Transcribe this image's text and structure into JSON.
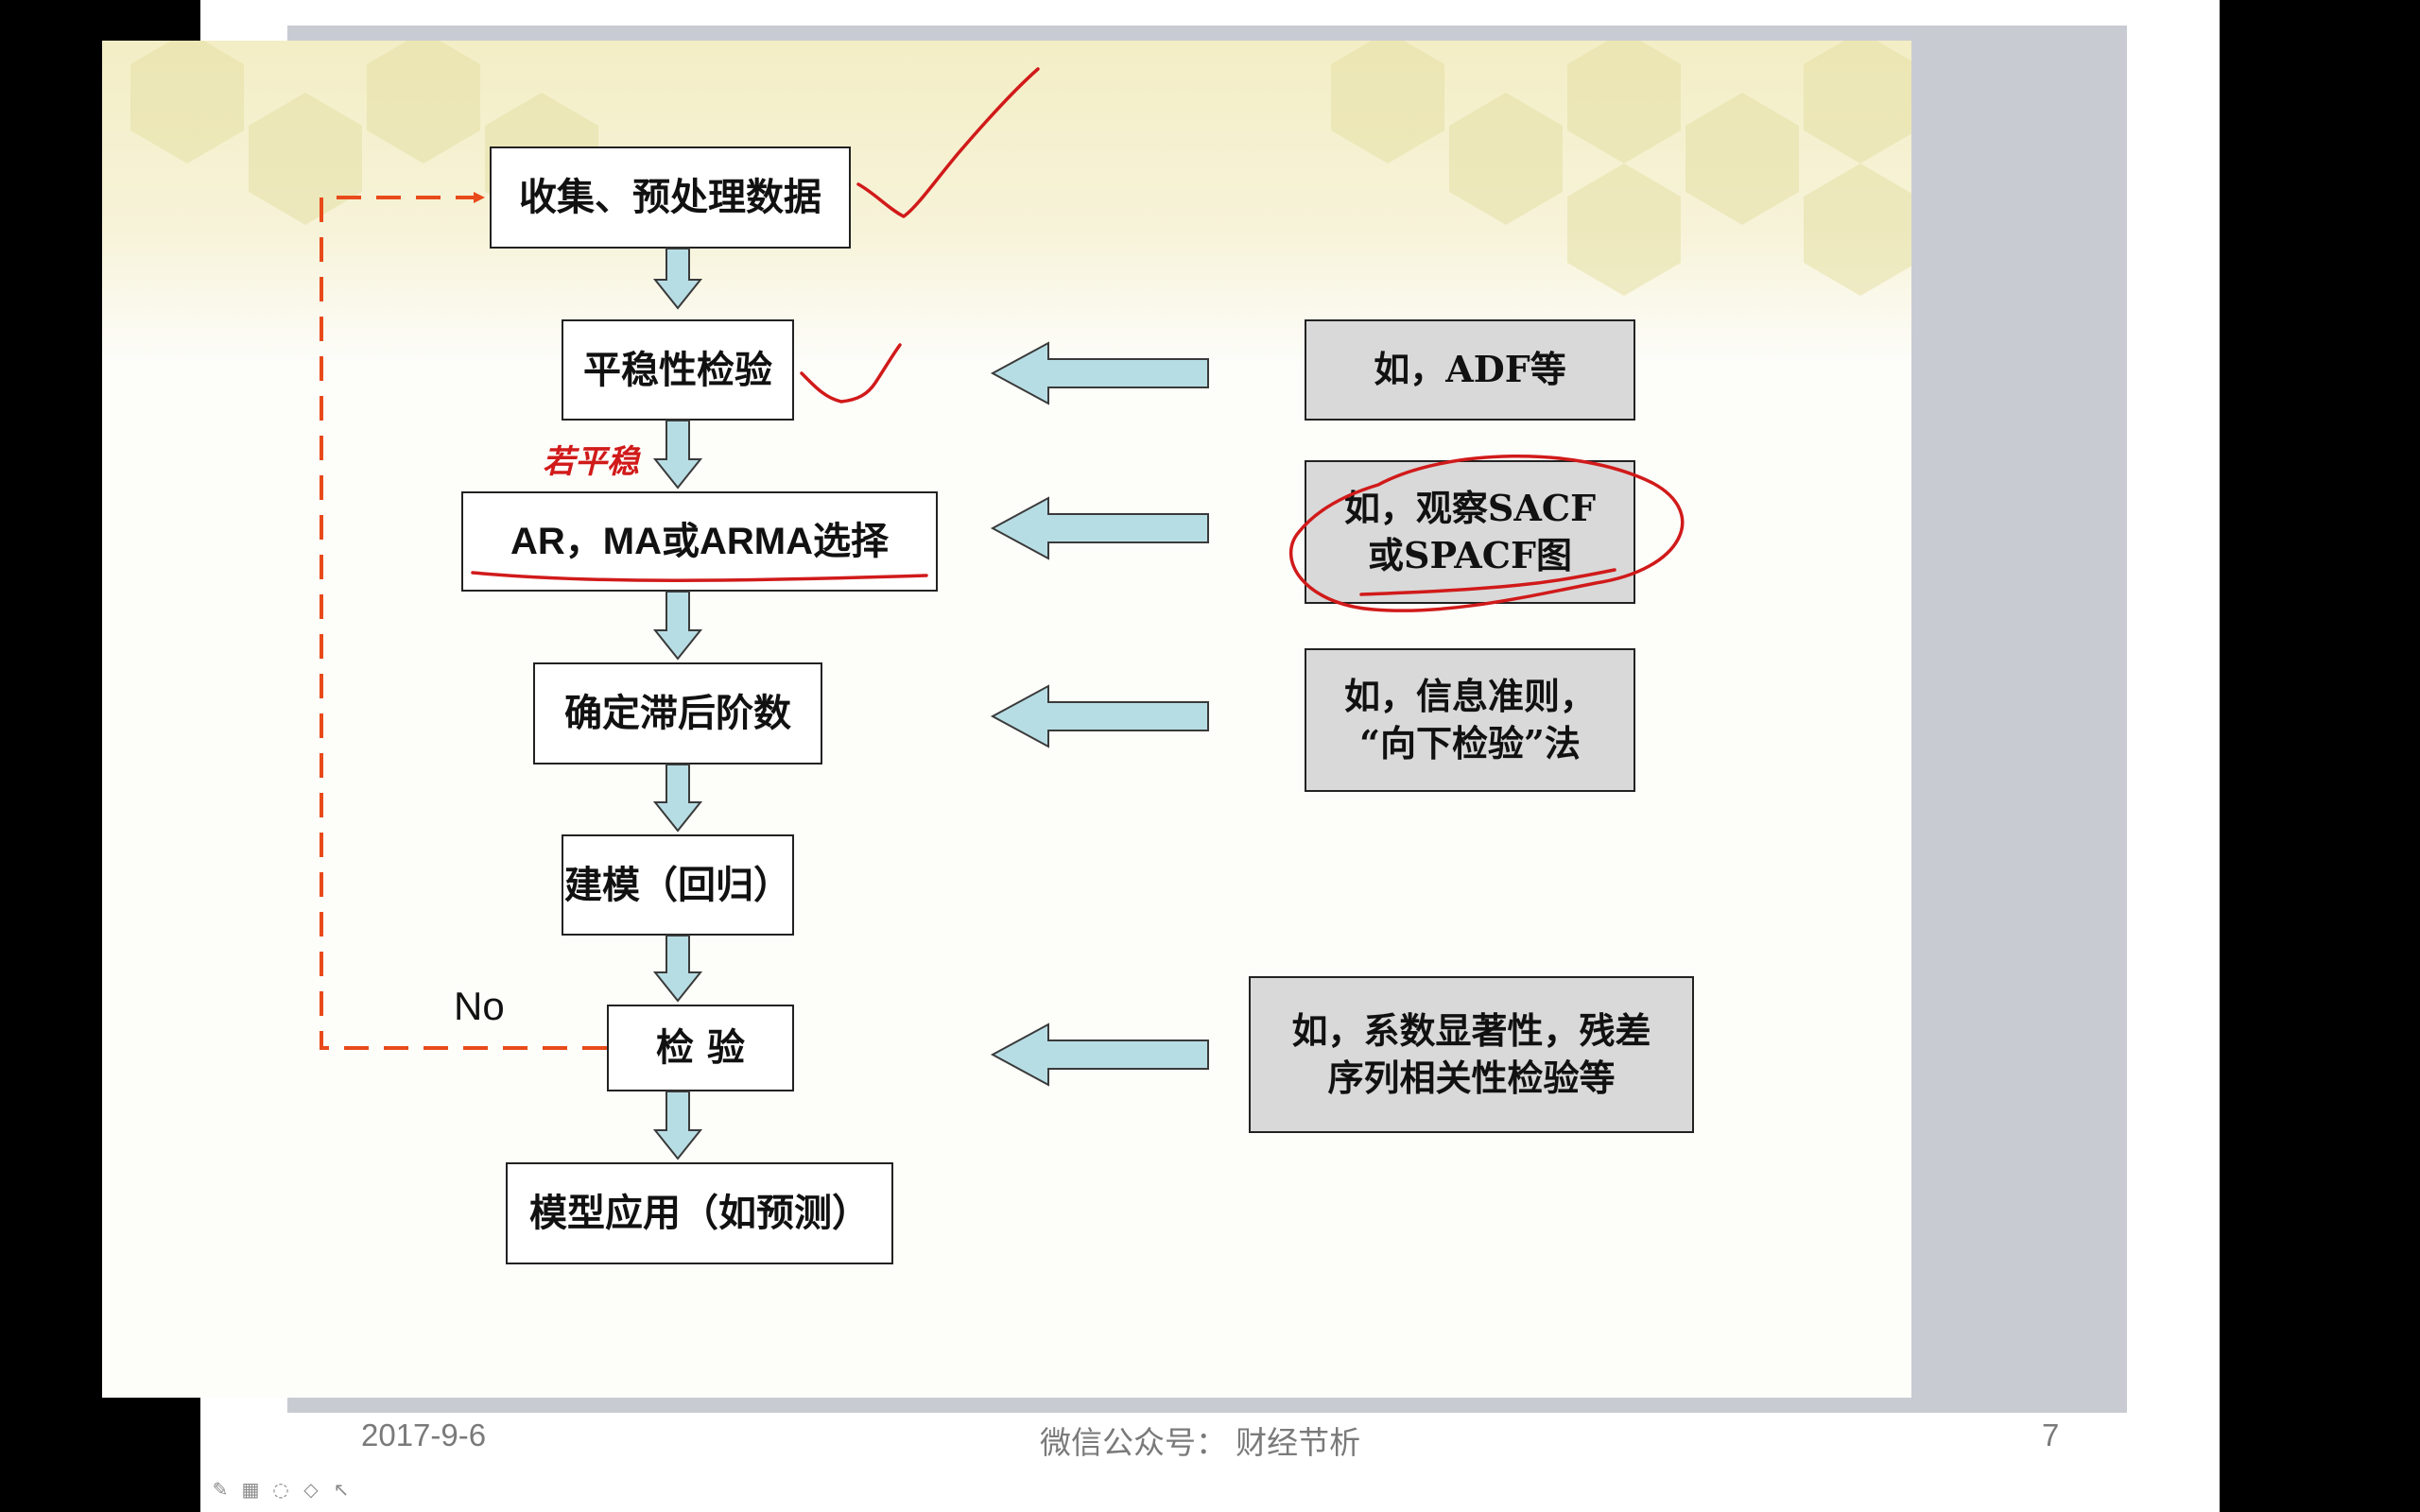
{
  "flowchart": {
    "steps": [
      "收集、预处理数据",
      "平稳性检验",
      "AR，MA或ARMA选择",
      "确定滞后阶数",
      "建模（回归）",
      "检 验",
      "模型应用（如预测）"
    ],
    "notes": {
      "adf": "如，ADF等",
      "sacf_line1": "如，观察SACF",
      "sacf_line2": "或SPACF图",
      "info_line1": "如，信息准则，",
      "info_line2": "“向下检验”法",
      "test_line1": "如，系数显著性，残差",
      "test_line2": "序列相关性检验等"
    },
    "no_label": "No",
    "handwritten_label": "若平稳"
  },
  "footer": {
    "date": "2017-9-6",
    "center": "微信公众号：  财经节析",
    "page": "7"
  },
  "colors": {
    "arrow_fill": "#b7dde4",
    "note_bg": "#d9d9d9",
    "dashed_line": "#e84a1a",
    "annotation": "#d11a1a"
  },
  "toolbar": {
    "icons": [
      "pen-icon",
      "grid-icon",
      "lasso-icon",
      "eraser-icon",
      "pointer-icon"
    ]
  }
}
